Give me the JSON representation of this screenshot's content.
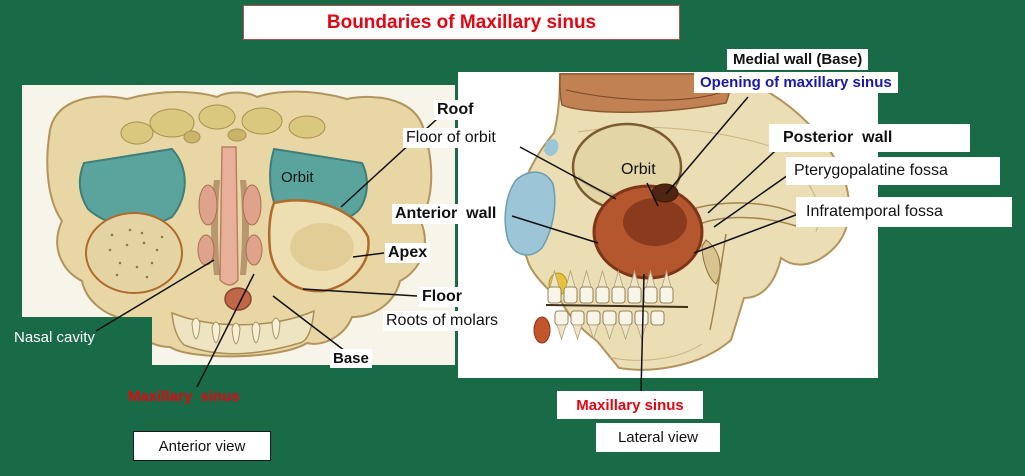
{
  "title": "Boundaries of Maxillary sinus",
  "left_view": {
    "orbit": "Orbit",
    "nasal_cavity": "Nasal cavity",
    "maxillary_sinus": "Maxillary  sinus",
    "caption": "Anterior view"
  },
  "right_view": {
    "orbit": "Orbit",
    "maxillary_sinus": "Maxillary sinus",
    "caption": "Lateral view"
  },
  "boundaries": {
    "roof": "Roof",
    "floor_of_orbit": "Floor of orbit",
    "anterior_wall": "Anterior  wall",
    "apex": "Apex",
    "floor": "Floor",
    "roots_of_molars": "Roots of molars",
    "base": "Base",
    "medial_wall": "Medial wall (Base)",
    "opening": "Opening of maxillary sinus",
    "posterior_wall": "Posterior  wall",
    "pterygopalatine_fossa": "Pterygopalatine fossa",
    "infratemporal_fossa": "Infratemporal fossa"
  },
  "colors": {
    "background": "#196b47",
    "title_red": "#e30613",
    "opening_blue": "#1a18a8",
    "sinus_label_red": "#e30613",
    "bone": "#e8d7a5",
    "orbit_teal": "#5ba49e",
    "sinus_brown_red": "#b4572e",
    "nasal_blue": "#9cc5d8"
  }
}
